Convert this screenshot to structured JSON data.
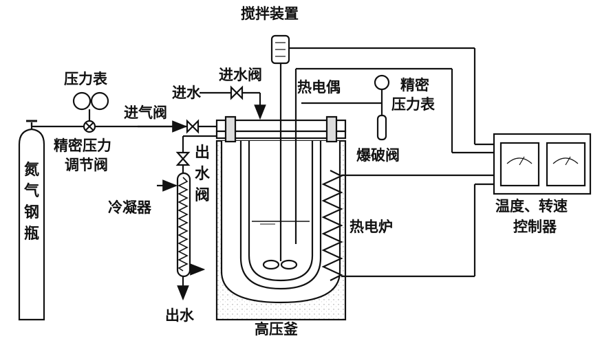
{
  "labels": {
    "stirring_device": "搅拌装置",
    "water_inlet_valve": "进水阀",
    "water_in": "进水",
    "pressure_gauge": "压力表",
    "gas_inlet_valve": "进气阀",
    "thermocouple": "热电偶",
    "precision_gauge_1": "精密",
    "precision_gauge_2": "压力表",
    "precision_regulator_1": "精密压力",
    "precision_regulator_2": "调节阀",
    "water_outlet_valve": "出水阀",
    "burst_valve": "爆破阀",
    "nitrogen_cylinder": "氮气钢瓶",
    "condenser": "冷凝器",
    "electric_furnace": "热电炉",
    "controller_1": "温度、转速",
    "controller_2": "控制器",
    "water_out": "出水",
    "autoclave": "高压釜"
  }
}
